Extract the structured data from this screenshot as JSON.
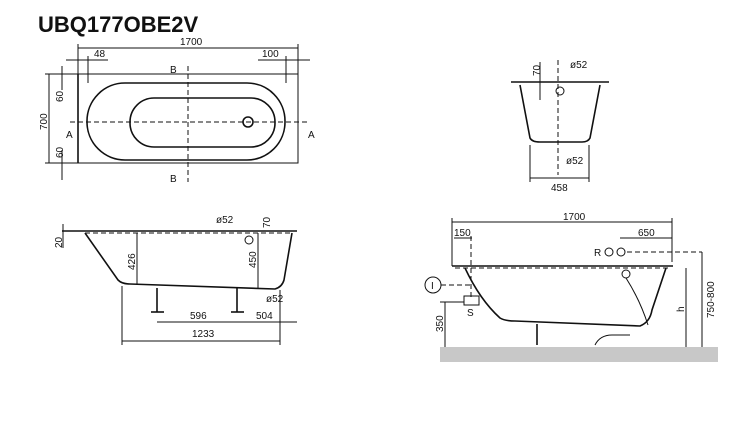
{
  "title": "UBQ177OBE2V",
  "top_view": {
    "length": "1700",
    "offset_left": "48",
    "offset_right": "100",
    "width": "700",
    "rim_top": "60",
    "rim_bottom": "60",
    "section_b": "B",
    "section_a": "A"
  },
  "cross_section": {
    "overflow_height": "70",
    "overflow_dia": "ø52",
    "drain_dia": "ø52",
    "width": "458"
  },
  "side_view": {
    "rim": "20",
    "depth": "426",
    "overflow_dia": "ø52",
    "overflow_offset": "70",
    "overflow_depth": "450",
    "drain_dia": "ø52",
    "leg_spacing": "596",
    "leg_offset": "504",
    "length_bottom": "1233"
  },
  "install_view": {
    "length": "1700",
    "left_offset": "150",
    "tap_offset": "650",
    "tap_label": "R",
    "height_range": "750-800",
    "height_label": "h",
    "supply_height": "350",
    "supply_label": "S",
    "inlet_label": "I"
  },
  "colors": {
    "fill": "#e6e6e6",
    "floor": "#c8c8c8",
    "line": "#111111"
  }
}
